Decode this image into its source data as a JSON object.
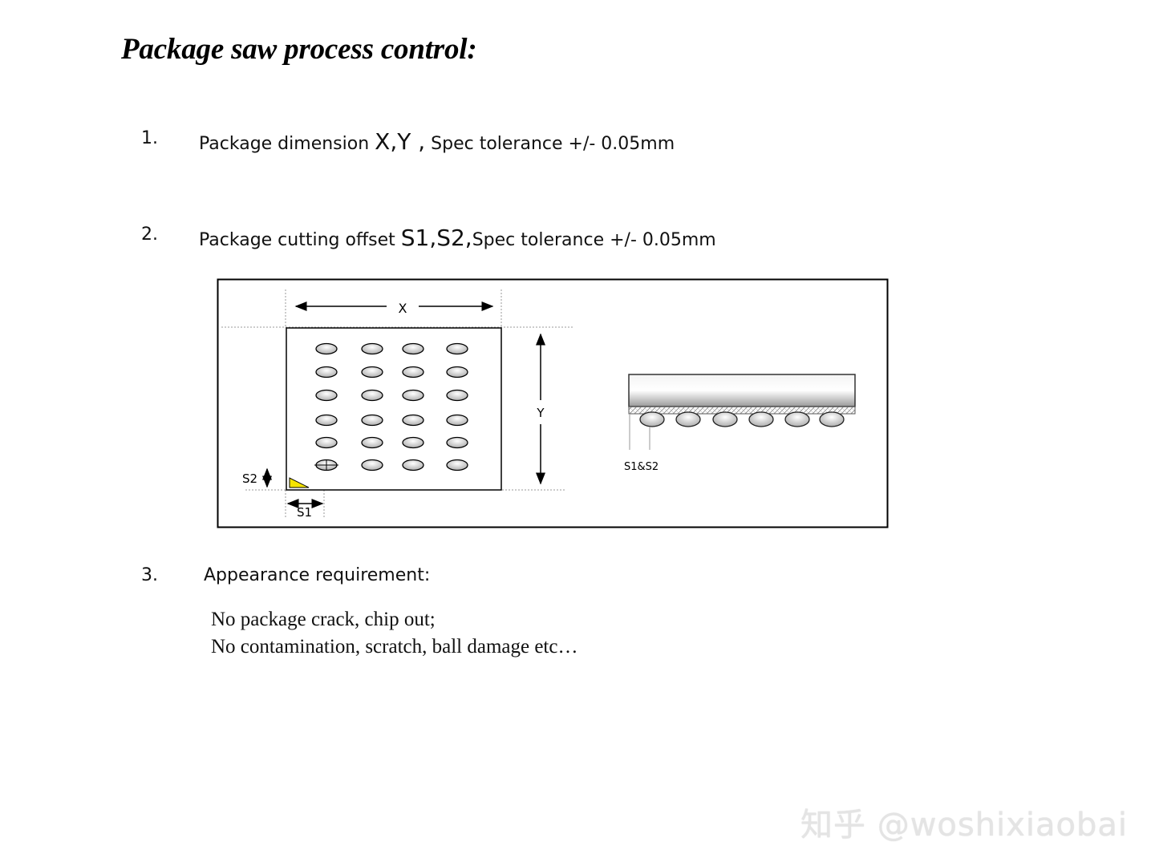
{
  "title": "Package saw process control:",
  "items": [
    {
      "number": "1.",
      "prefix": "Package dimension ",
      "emphasis": "X,Y ,",
      "suffix": " Spec tolerance +/- 0.05mm"
    },
    {
      "number": "2.",
      "prefix": "Package cutting offset ",
      "emphasis": "S1,S2,",
      "suffix": "Spec tolerance +/- 0.05mm"
    },
    {
      "number": "3.",
      "text": "Appearance requirement:"
    }
  ],
  "appearance_lines": [
    "No package crack, chip out;",
    "No contamination, scratch, ball damage etc…"
  ],
  "diagram": {
    "label_x": "X",
    "label_y": "Y",
    "label_s1": "S1",
    "label_s2": "S2",
    "label_s1s2": "S1&S2"
  },
  "watermark": "知乎 @woshixiaobai",
  "colors": {
    "corner_marker": "#f5e400",
    "ball_fill": "#d9d9d9"
  }
}
